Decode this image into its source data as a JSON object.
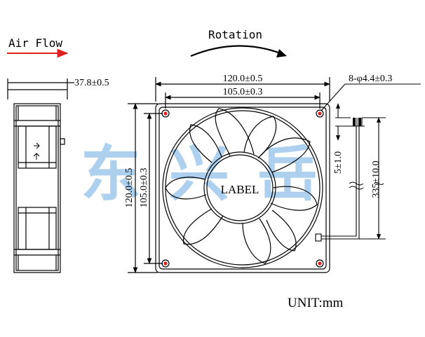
{
  "diagram": {
    "air_flow_label": "Air Flow",
    "rotation_label": "Rotation",
    "depth_dim": "37.8±0.5",
    "outer_width_dim": "120.0±0.5",
    "hole_spacing_dim": "105.0±0.3",
    "outer_height_dim": "120.0±0.5",
    "hole_spacing_vertical_dim": "105.0±0.3",
    "holes_dim": "8-φ4.4±0.3",
    "wire_strip_dim": "5±1.0",
    "lead_length_dim": "335±10.0",
    "hub_label": "LABEL",
    "unit_label": "UNIT:mm",
    "watermark": "东兴岳",
    "colors": {
      "line": "#000000",
      "air_flow_arrow": "#e02020",
      "hole_marker": "#e02020",
      "watermark": "#9ec8ea"
    }
  }
}
